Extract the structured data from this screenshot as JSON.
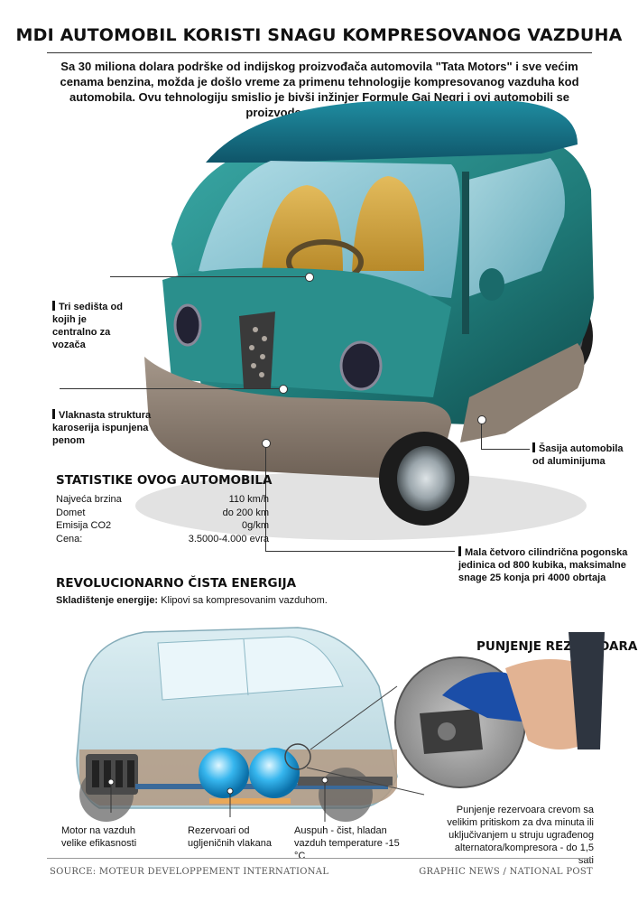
{
  "title": "MDI AUTOMOBIL KORISTI SNAGU KOMPRESOVANOG VAZDUHA",
  "intro": "Sa 30 miliona dolara podrške od indijskog proizvođača automovila \"Tata Motors\" i sve većim cenama benzina, možda je došlo vreme za primenu tehnologije kompresovanog vazduha kod automobila. Ovu tehnologiju smislio je bivši inžinjer Formule Gaj Negri i ovi automobili se proizvode od 2009. godine",
  "callouts": {
    "seats": "Tri sedišta od kojih je centralno za vozača",
    "body": "Vlaknasta struktura karoserija ispunjena penom",
    "chassis": "Šasija automobila od aluminijuma",
    "engine": "Mala četvoro cilindrična pogonska jedinica od 800 kubika, maksimalne snage 25 konja pri 4000 obrtaja"
  },
  "stats": {
    "heading": "STATISTIKE OVOG AUTOMOBILA",
    "rows": [
      {
        "label": "Najveća brzina",
        "value": "110 km/h"
      },
      {
        "label": "Domet",
        "value": "do 200 km"
      },
      {
        "label": "Emisija CO2",
        "value": "0g/km"
      },
      {
        "label": "Cena:",
        "value": "3.5000-4.000 evra"
      }
    ]
  },
  "energy": {
    "heading": "REVOLUCIONARNO ČISTA ENERGIJA",
    "storage_label": "Skladištenje energije:",
    "storage_value": "Klipovi sa kompresovanim vazduhom."
  },
  "refuel": {
    "heading": "PUNJENJE REZERVOARA",
    "text": "Punjenje rezervoara crevom sa velikim pritiskom za dva minuta ili uključivanjem u struju ugrađenog alternatora/kompresora - do 1,5 sati"
  },
  "bottom_labels": {
    "motor": "Motor na vazduh velike efikasnosti",
    "tanks": "Rezervoari od ugljeničnih vlakana",
    "exhaust": "Auspuh - čist, hladan vazduh temperature -15 °C"
  },
  "footer": {
    "source": "SOURCE: MOTEUR DEVELOPPEMENT INTERNATIONAL",
    "credit": "GRAPHIC NEWS / NATIONAL POST"
  }
}
